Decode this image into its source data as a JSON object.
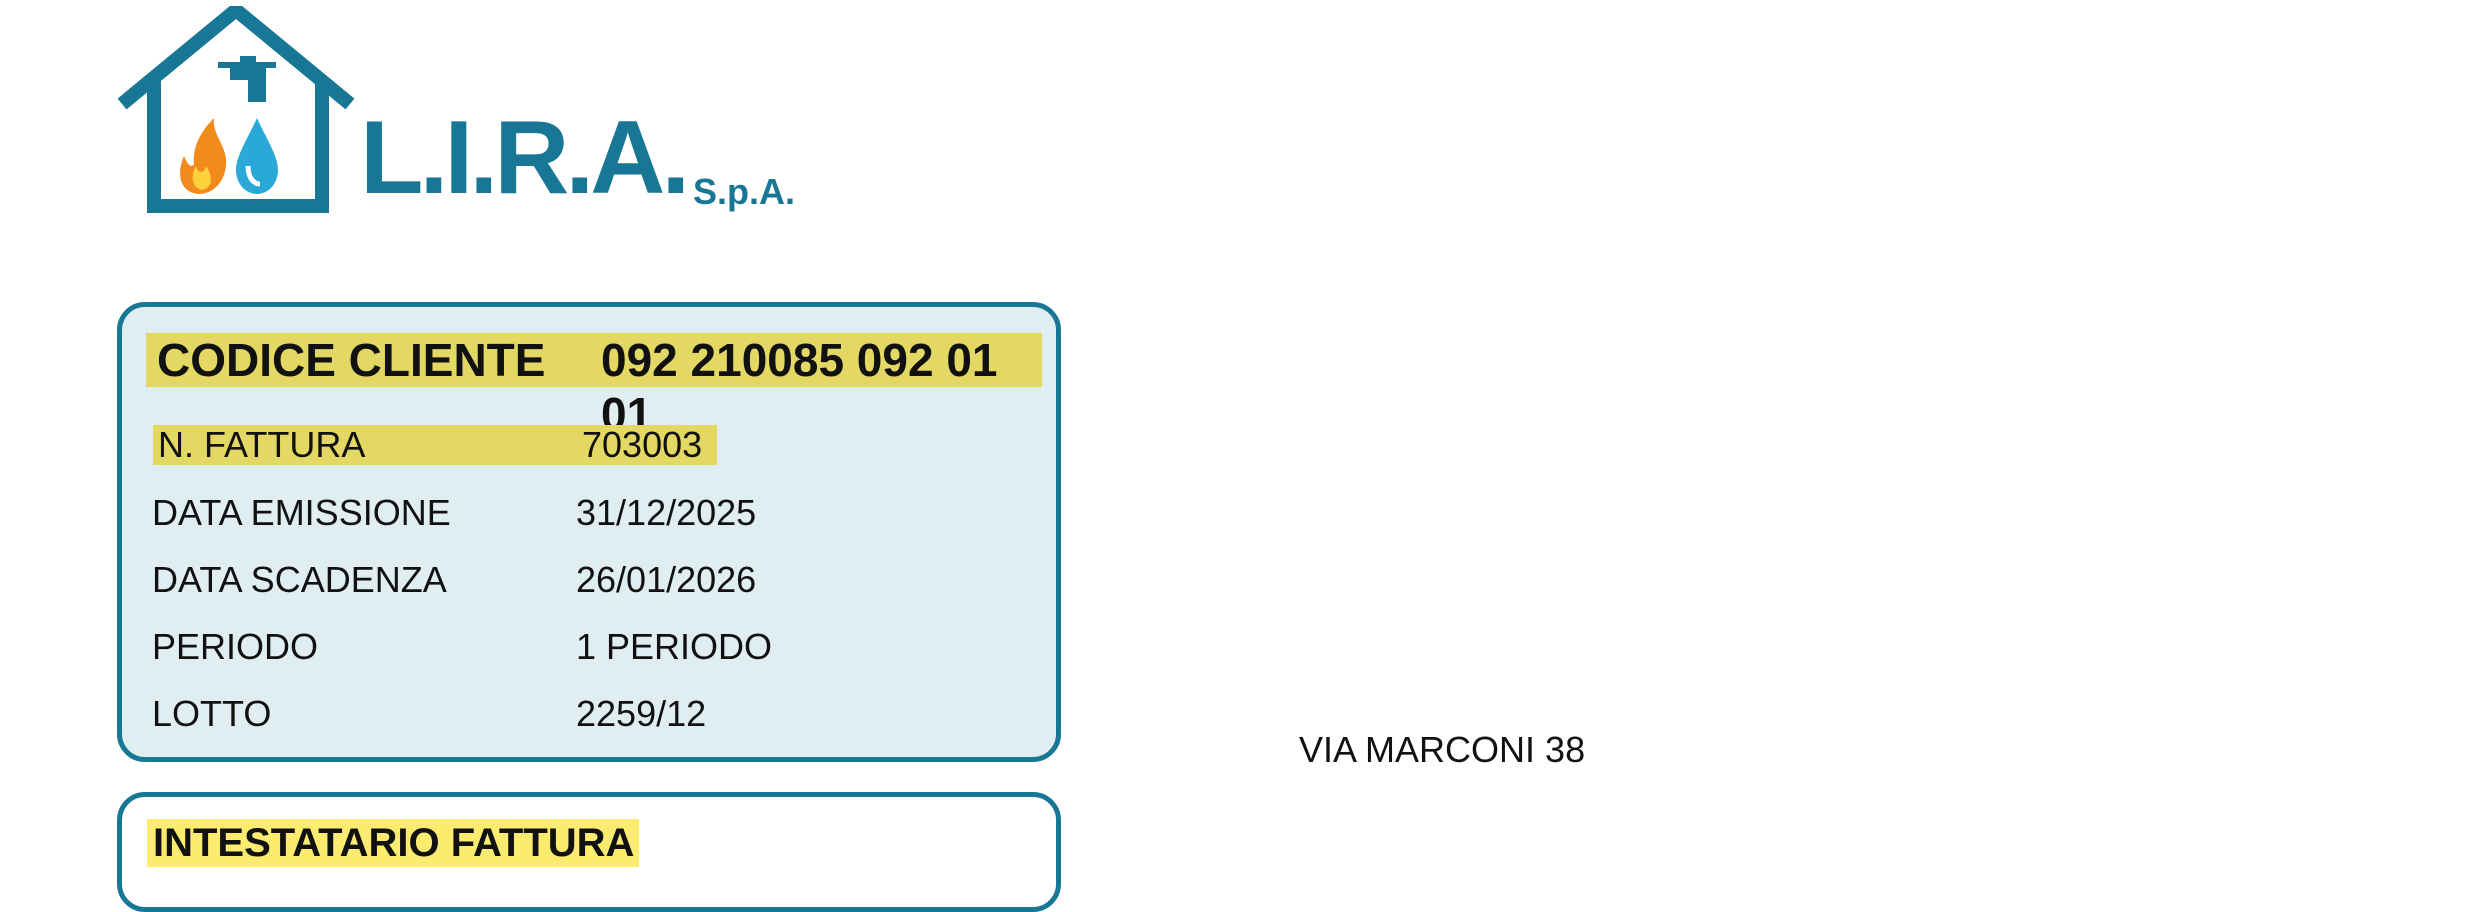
{
  "logo": {
    "brand": "L.I.R.A.",
    "suffix": "S.p.A.",
    "colors": {
      "primary": "#177795",
      "water": "#2aa8d8",
      "flame": "#f28a1c"
    }
  },
  "invoice": {
    "code_label": "CODICE CLIENTE",
    "code_value": "092 210085 092 01 01",
    "fields": [
      {
        "label": "N. FATTURA",
        "value": "703003"
      },
      {
        "label": "DATA EMISSIONE",
        "value": "31/12/2025"
      },
      {
        "label": "DATA SCADENZA",
        "value": "26/01/2026"
      },
      {
        "label": "PERIODO",
        "value": "1 PERIODO"
      },
      {
        "label": "LOTTO",
        "value": "2259/12"
      }
    ]
  },
  "address": {
    "line1": "VIA MARCONI 38"
  },
  "owner": {
    "title": "INTESTATARIO FATTURA"
  },
  "colors": {
    "border": "#177795",
    "panel_bg": "#e0eef2",
    "highlight": "#e3d863"
  }
}
